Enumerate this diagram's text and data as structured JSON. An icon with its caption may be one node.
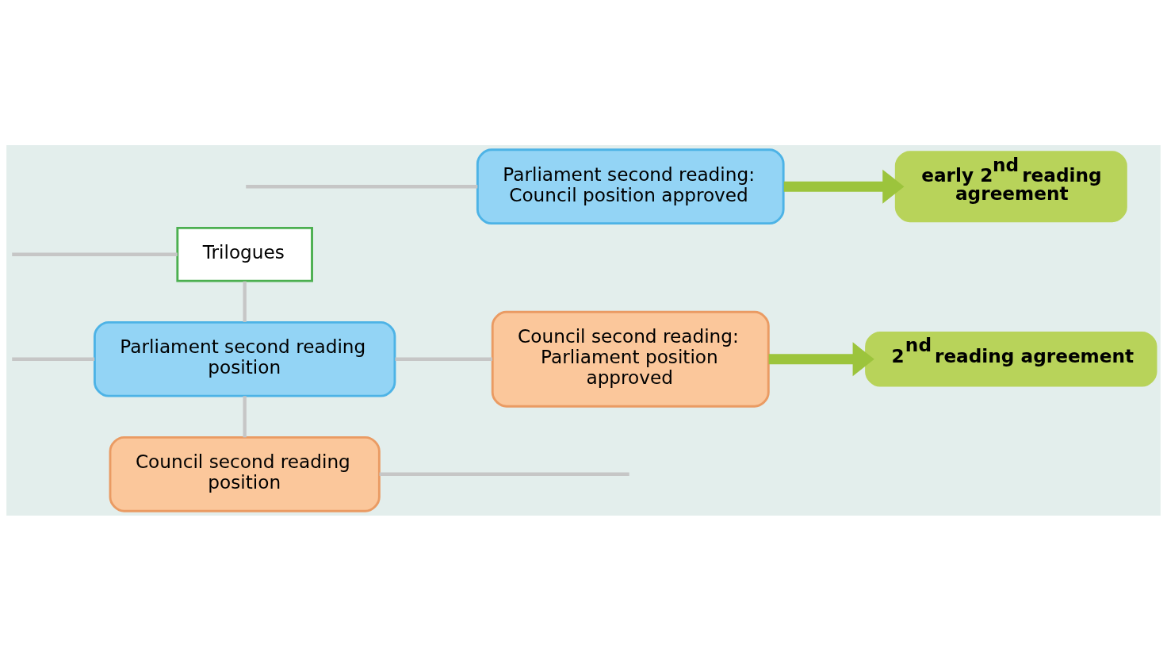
{
  "diagram": {
    "nodes": [
      {
        "text": [
          "Trilogues"
        ]
      },
      {
        "text": [
          "Parliament second reading: Council position approved"
        ]
      },
      {
        "text": [
          "early 2$^{nd}$ reading agreement"
        ]
      },
      {
        "text": [
          "Parliament second reading position"
        ]
      },
      {
        "text": [
          "Council second reading: Parliament position approved"
        ]
      },
      {
        "text": [
          "2$^{nd}$ reading agreement"
        ]
      },
      {
        "text": [
          "Council second reading position"
        ]
      }
    ],
    "edges": [
      {
        "from": null,
        "to": 0,
        "arrow": "none"
      },
      {
        "from": 0,
        "to": 3,
        "arrow": "none"
      },
      {
        "from": null,
        "to": 3,
        "arrow": "none"
      },
      {
        "from": 3,
        "to": 6,
        "arrow": "none"
      },
      {
        "from": 6,
        "to": null,
        "arrow": "none"
      },
      {
        "from": null,
        "to": 1,
        "arrow": "none"
      },
      {
        "from": 1,
        "to": 2,
        "arrow": "to",
        "style": "thick",
        "color": "#9cc43c"
      },
      {
        "from": 3,
        "to": 4,
        "arrow": "none"
      },
      {
        "from": 4,
        "to": 5,
        "arrow": "to",
        "style": "thick",
        "color": "#9cc43c"
      }
    ]
  }
}
